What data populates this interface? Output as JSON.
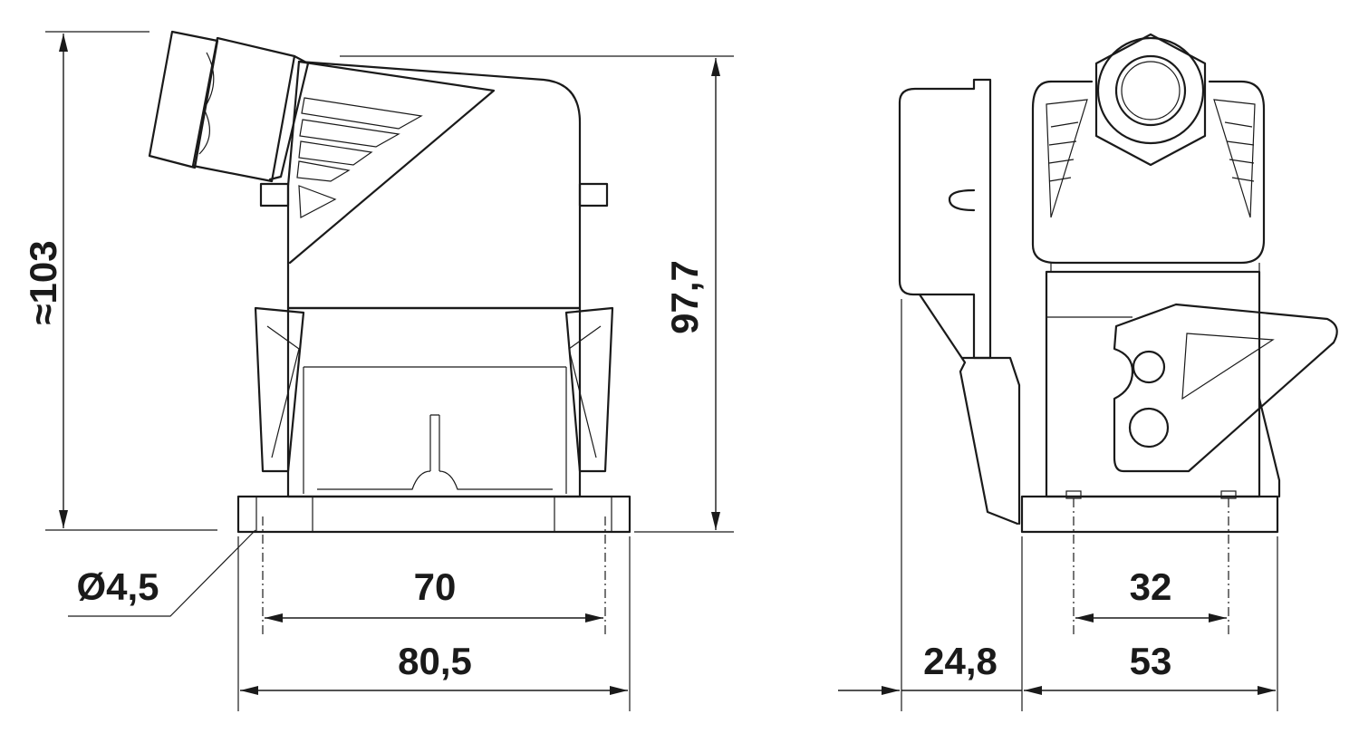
{
  "drawing": {
    "front_view": {
      "overall_height_label": "≈103",
      "body_height_label": "97,7",
      "hole_diameter_label": "Ø4,5",
      "hole_spacing_label": "70",
      "base_width_label": "80,5"
    },
    "side_view": {
      "offset_label": "24,8",
      "base_depth_label": "53",
      "hole_spacing_label": "32"
    },
    "colors": {
      "line": "#1a1a1a",
      "background": "#ffffff"
    }
  }
}
